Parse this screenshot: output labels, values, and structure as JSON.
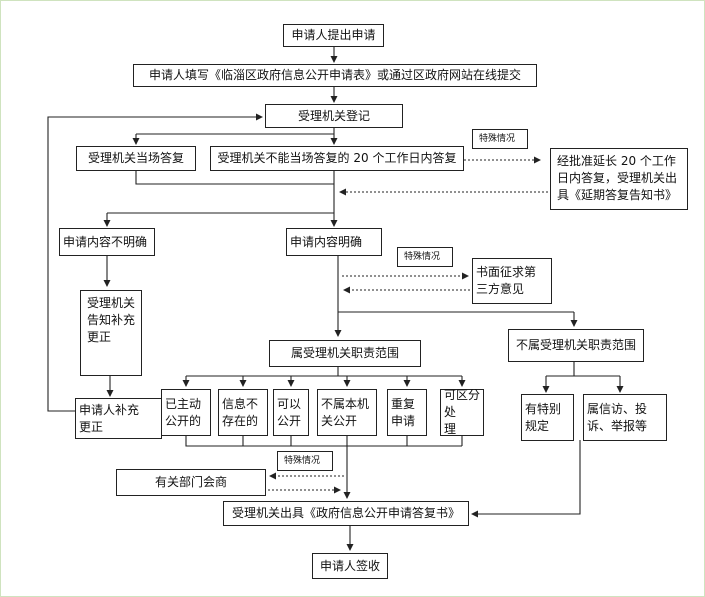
{
  "flow": {
    "start": "申请人提出申请",
    "fill_form": "申请人填写《临淄区政府信息公开申请表》或通过区政府网站在线提交",
    "register": "受理机关登记",
    "answer_on_spot": "受理机关当场答复",
    "answer_in_20_days": "受理机关不能当场答复的 20 个工作日内答复",
    "special_case": "特殊情况",
    "extension": "经批准延长 20 个工作日内答复，受理机关出具《延期答复告知书》",
    "unclear": "申请内容不明确",
    "clear": "申请内容明确",
    "notify_correction": "受理机关\n告知补充\n更正",
    "applicant_correction": "申请人补充\n更正",
    "third_party": "书面征求第\n三方意见",
    "within_scope": "属受理机关职责范围",
    "outside_scope": "不属受理机关职责范围",
    "disclosed": "已主动\n公开的",
    "not_exist": "信息不\n存在的",
    "can_disclose": "可以\n公开",
    "not_disclose": "不属本机\n关公开",
    "repeat": "重复\n申请",
    "partial": "可区分处\n理",
    "special_rule": "有特别\n规定",
    "petition": "属信访、投\n诉、举报等",
    "consult": "有关部门会商",
    "issue_reply": "受理机关出具《政府信息公开申请答复书》",
    "sign": "申请人签收"
  }
}
